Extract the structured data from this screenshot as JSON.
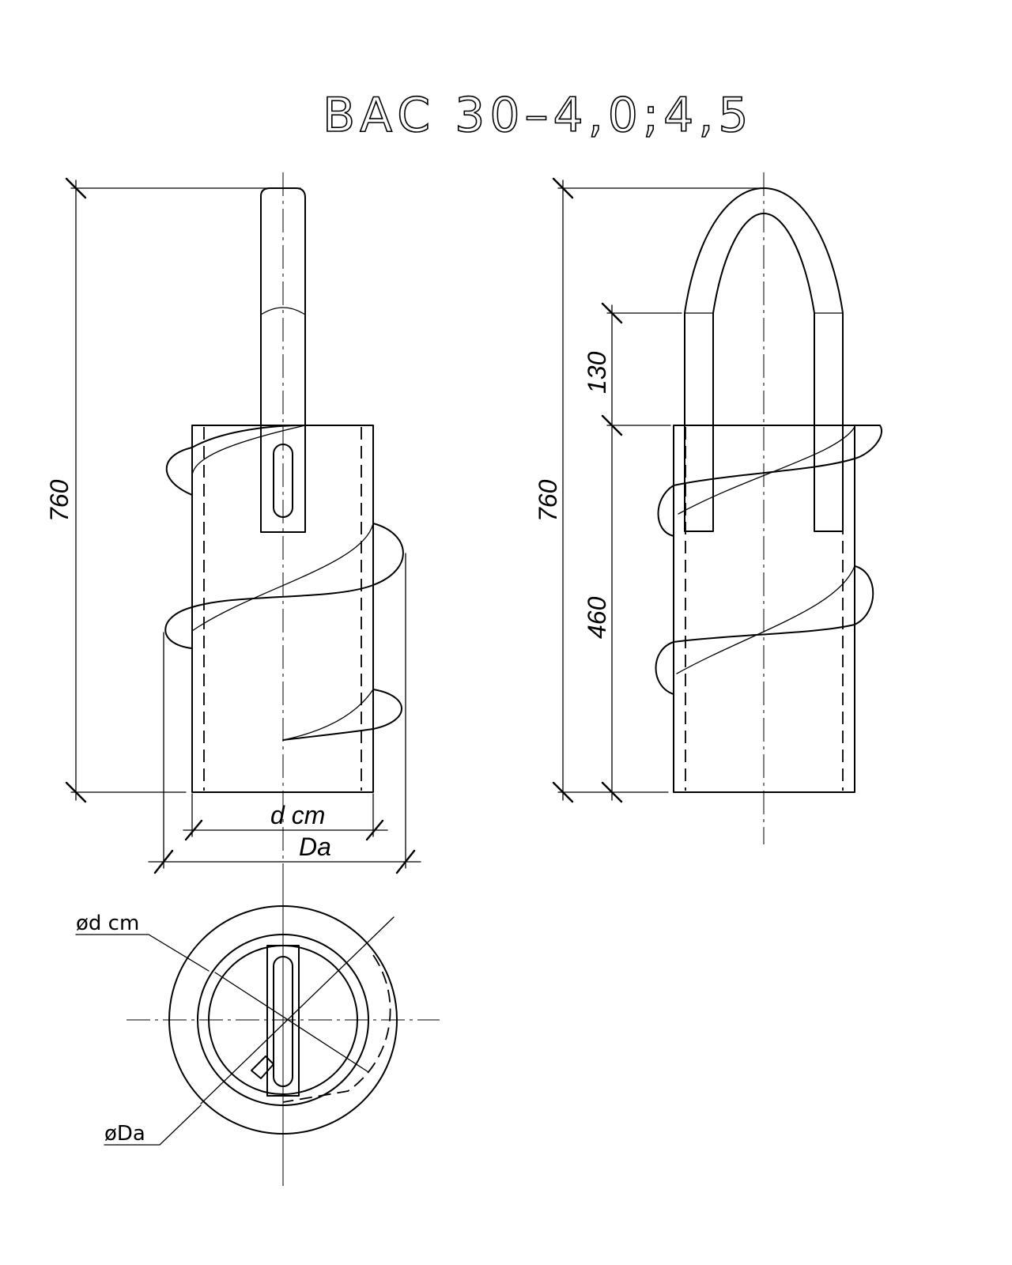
{
  "title": "ВАС 30–4,0;4,5",
  "front_view": {
    "height_dim": "760",
    "inner_diameter_label": "d cm",
    "outer_diameter_label": "Da"
  },
  "side_view": {
    "height_dim": "760",
    "handle_dim": "130",
    "lower_dim": "460"
  },
  "plan_view": {
    "inner_diameter_label": "ød cm",
    "outer_diameter_label": "øDa"
  }
}
